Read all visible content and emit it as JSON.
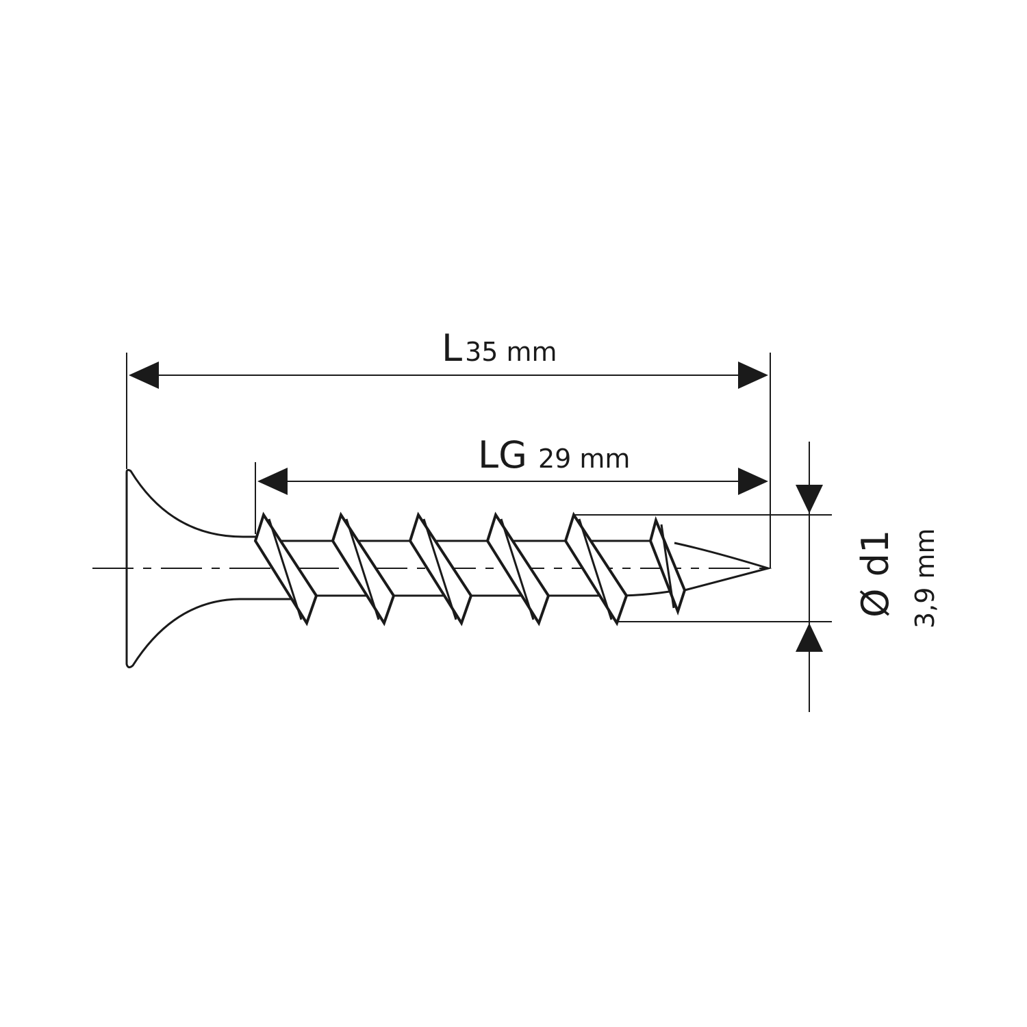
{
  "dimensions": {
    "length": {
      "symbol": "L",
      "value": "35 mm"
    },
    "thread_length": {
      "symbol": "LG",
      "value": "29 mm"
    },
    "diameter": {
      "symbol": "Ø d1",
      "value": "3,9 mm"
    }
  },
  "colors": {
    "line": "#1a1a1a",
    "background": "#ffffff"
  }
}
